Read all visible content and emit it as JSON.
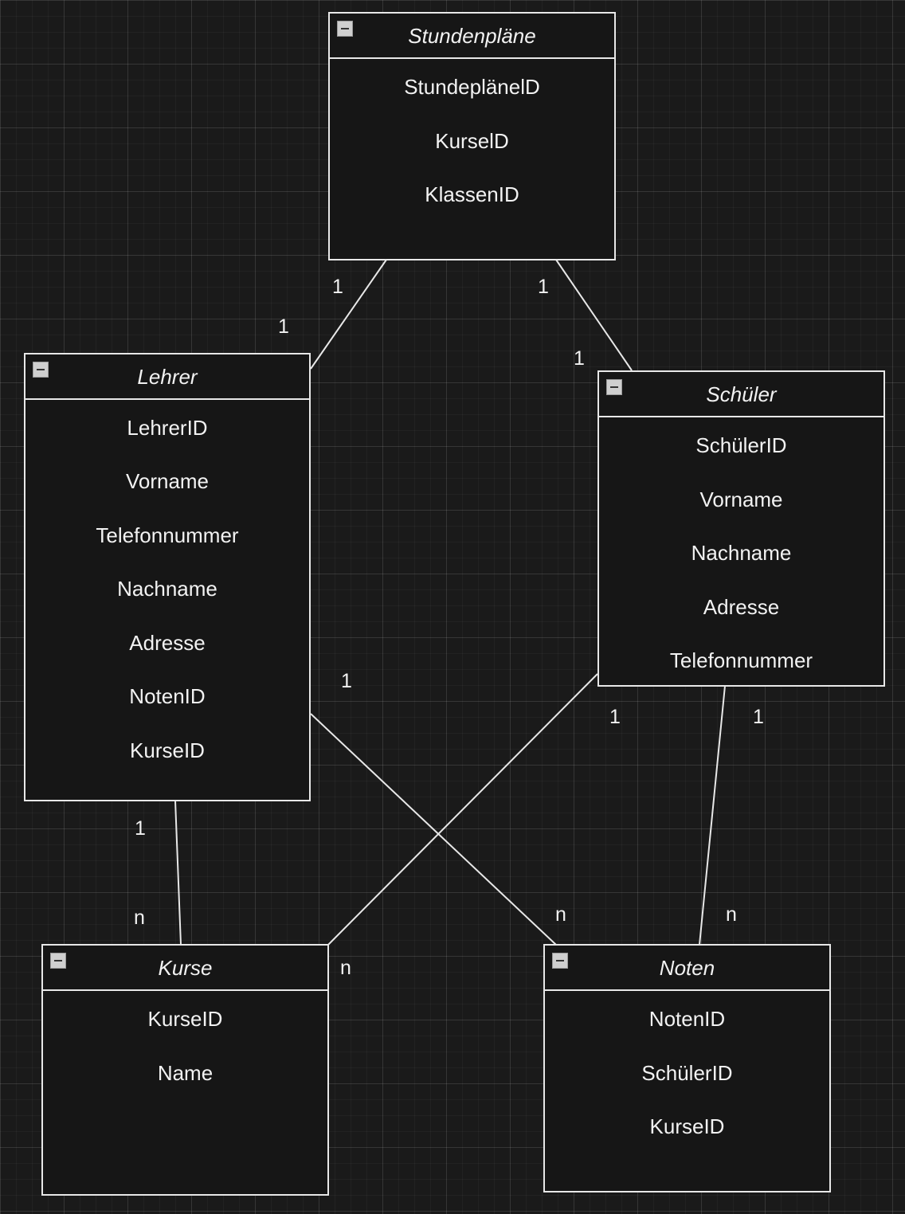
{
  "entities": {
    "stundenplaene": {
      "title": "Stundenpläne",
      "attributes": [
        "StundeplänelD",
        "KurselD",
        "KlassenID"
      ]
    },
    "lehrer": {
      "title": "Lehrer",
      "attributes": [
        "LehrerID",
        "Vorname",
        "Telefonnummer",
        "Nachname",
        "Adresse",
        "NotenID",
        "KurseID"
      ]
    },
    "schueler": {
      "title": "Schüler",
      "attributes": [
        "SchülerID",
        "Vorname",
        "Nachname",
        "Adresse",
        "Telefonnummer"
      ]
    },
    "kurse": {
      "title": "Kurse",
      "attributes": [
        "KurseID",
        "Name"
      ]
    },
    "noten": {
      "title": "Noten",
      "attributes": [
        "NotenID",
        "SchülerID",
        "KurseID"
      ]
    }
  },
  "relationships": [
    {
      "from": "stundenplaene",
      "to": "lehrer",
      "from_card": "1",
      "to_card": "1"
    },
    {
      "from": "stundenplaene",
      "to": "schueler",
      "from_card": "1",
      "to_card": "1"
    },
    {
      "from": "lehrer",
      "to": "kurse",
      "from_card": "1",
      "to_card": "n"
    },
    {
      "from": "lehrer",
      "to": "noten",
      "from_card": "1",
      "to_card": "n"
    },
    {
      "from": "schueler",
      "to": "kurse",
      "from_card": "1",
      "to_card": "n"
    },
    {
      "from": "schueler",
      "to": "noten",
      "from_card": "1",
      "to_card": "n"
    }
  ]
}
